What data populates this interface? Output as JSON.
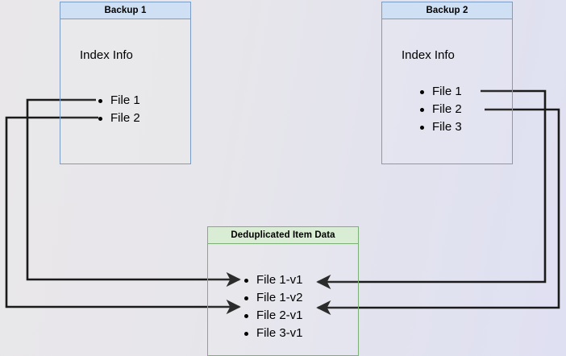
{
  "diagram": {
    "title_semantic": "backup-deduplication-diagram",
    "background_from": "#e9e7e9",
    "background_to": "#dfe0f2",
    "connector_color": "#1a1a1a"
  },
  "boxes": [
    {
      "id": "backup-1",
      "title": "Backup 1",
      "body_label": "Index Info",
      "border_color": "#7a9cc6",
      "header_bg": "#cfe0f4",
      "items": [
        "File 1",
        "File 2"
      ]
    },
    {
      "id": "backup-2",
      "title": "Backup 2",
      "body_label": "Index Info",
      "border_color": "#7a9cc6",
      "header_bg": "#cfe0f4",
      "items": [
        "File 1",
        "File 2",
        "File 3"
      ]
    },
    {
      "id": "deduplicated-item-data",
      "title": "Deduplicated Item Data",
      "border_color": "#7cb077",
      "header_bg": "#d9ecd4",
      "items": [
        "File 1-v1",
        "File 1-v2",
        "File 2-v1",
        "File 3-v1"
      ]
    }
  ],
  "connectors": [
    {
      "id": "backup1-file1-to-file1v1",
      "from": "Backup 1 / File 1",
      "to": "Deduplicated Item Data / File 1-v1",
      "direction": "right"
    },
    {
      "id": "backup1-file2-to-file2v1",
      "from": "Backup 1 / File 2",
      "to": "Deduplicated Item Data / File 2-v1",
      "direction": "right"
    },
    {
      "id": "backup2-file1-to-file1v2",
      "from": "Backup 2 / File 1",
      "to": "Deduplicated Item Data / File 1-v2",
      "direction": "left"
    },
    {
      "id": "backup2-file2-to-file2v1",
      "from": "Backup 2 / File 2",
      "to": "Deduplicated Item Data / File 2-v1",
      "direction": "left"
    }
  ]
}
